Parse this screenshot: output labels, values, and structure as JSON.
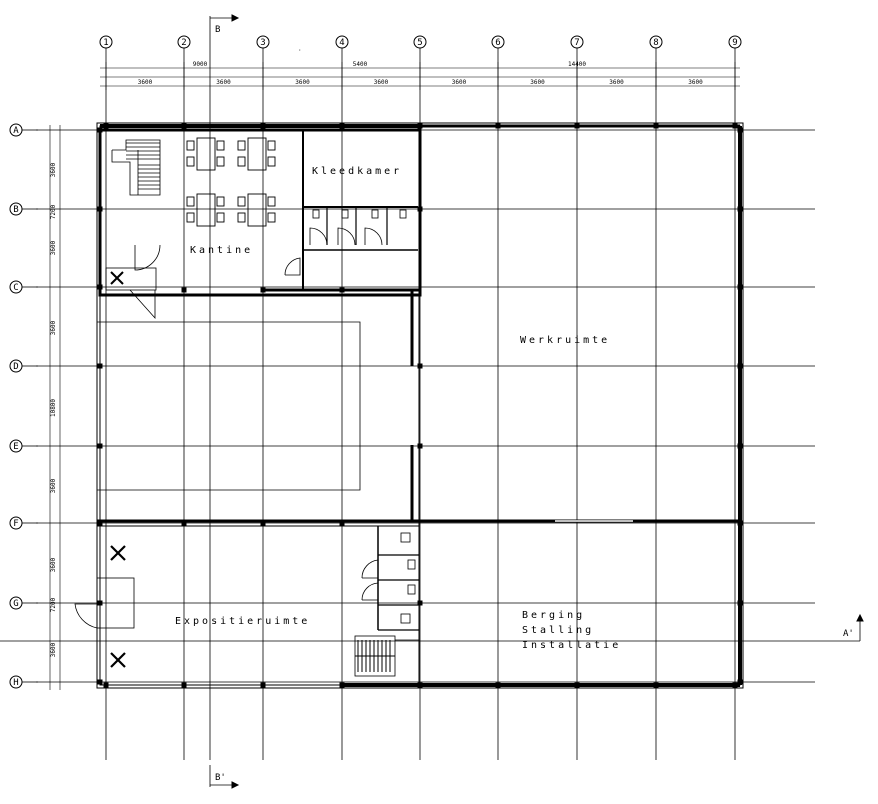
{
  "colors": {
    "line": "#000000",
    "background": "#ffffff"
  },
  "grid": {
    "columns": [
      "1",
      "2",
      "3",
      "4",
      "5",
      "6",
      "7",
      "8",
      "9"
    ],
    "rows": [
      "A",
      "B",
      "C",
      "D",
      "E",
      "F",
      "G",
      "H"
    ]
  },
  "section": {
    "top_label": "B",
    "bottom_label": "B'",
    "side_label": "A'"
  },
  "dimensions": {
    "top_totals": [
      "9000",
      "5400",
      "14400"
    ],
    "top_segments": [
      "3600",
      "3600",
      "3600",
      "3600",
      "3600",
      "3600",
      "3600",
      "3600"
    ],
    "left_labels": [
      "3600",
      "7200",
      "3600",
      "3600",
      "10800",
      "3600",
      "3600",
      "7200",
      "3600"
    ]
  },
  "rooms": {
    "kantine": "Kantine",
    "kleedkamer": "Kleedkamer",
    "werkruimte": "Werkruimte",
    "expositieruimte": "Expositieruimte",
    "berging": "Berging",
    "stalling": "Stalling",
    "installatie": "Installatie"
  }
}
